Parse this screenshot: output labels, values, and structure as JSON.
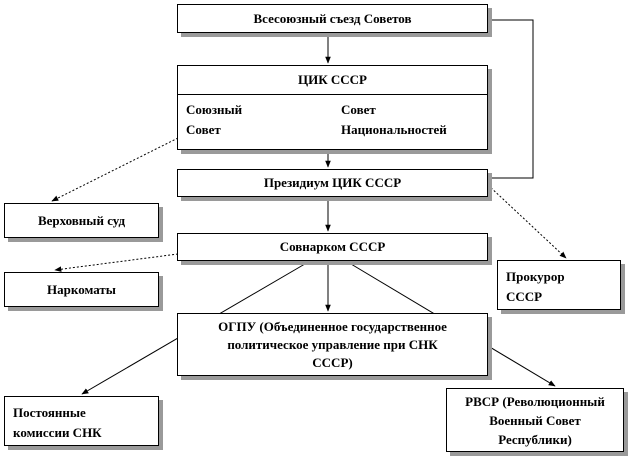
{
  "diagram": {
    "congress": "Всесоюзный съезд Советов",
    "cec": {
      "title": "ЦИК  СССР",
      "union_council_line1": "Союзный",
      "union_council_line2": "Совет",
      "nationalities_line1": "Совет",
      "nationalities_line2": "Национальностей"
    },
    "presidium": "Президиум ЦИК СССР",
    "supreme_court": "Верховный суд",
    "sovnarkom": "Совнарком СССР",
    "narkomats": "Наркоматы",
    "prosecutor_line1": "Прокурор",
    "prosecutor_line2": "СССР",
    "ogpu_line1": "ОГПУ (Объединенное государственное",
    "ogpu_line2": "политическое управление при СНК",
    "ogpu_line3": "СССР)",
    "commissions_line1": "Постоянные",
    "commissions_line2": "комиссии СНК",
    "rvsr_line1": "РВСР (Революционный",
    "rvsr_line2": "Военный Совет",
    "rvsr_line3": "Республики)"
  }
}
